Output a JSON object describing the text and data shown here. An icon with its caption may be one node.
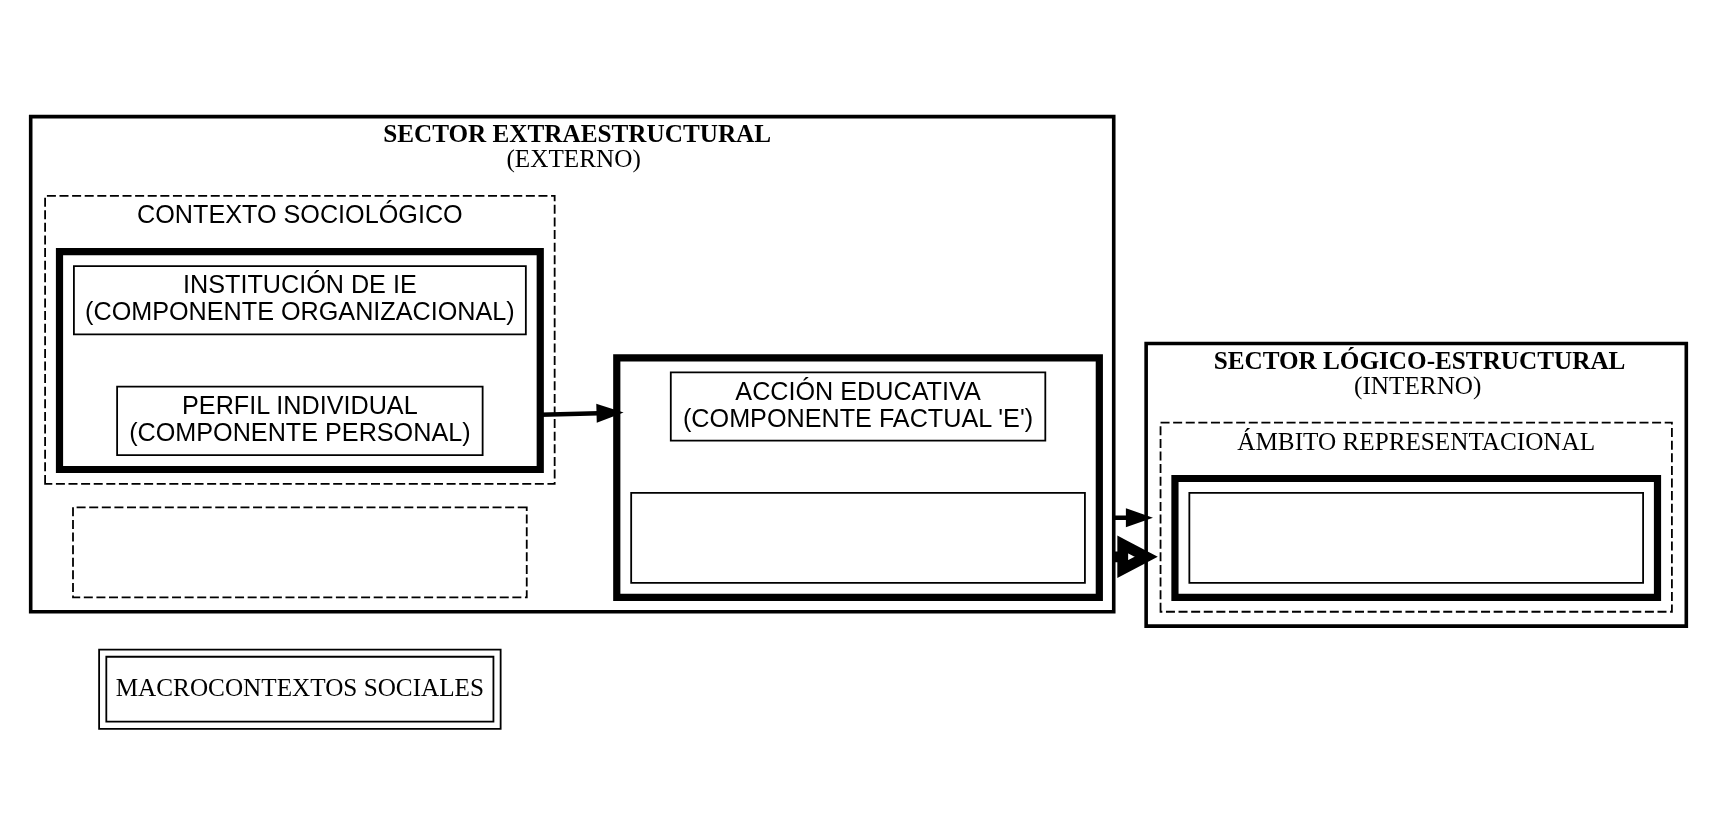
{
  "diagram": {
    "nodes": [
      {
        "text": [
          "MACROCONTEXTOS SOCIALES"
        ]
      },
      {
        "text": [
          "SECTOR EXTRAESTRUCTURAL",
          "(EXTERNO)"
        ]
      },
      {
        "text": [
          "CONTEXTO SOCIOLÓGICO"
        ],
        "in": 1
      },
      {
        "text": [],
        "shape": "box",
        "in": 2
      },
      {
        "text": [
          "INSTITUCIÓN DE IE",
          "(COMPONENTE ORGANIZACIONAL)"
        ],
        "in": 3
      },
      {
        "text": [
          "PERFIL INDIVIDUAL",
          "(COMPONENTE PERSONAL)"
        ],
        "in": 3
      },
      {
        "text": [],
        "shape": "box",
        "in": 1
      },
      {
        "text": [
          "ACCIÓN EDUCATIVA",
          "(COMPONENTE FACTUAL 'E')"
        ],
        "in": 6
      },
      {
        "text": [],
        "shape": "box",
        "in": 6
      },
      {
        "text": [],
        "shape": "box",
        "in": 1
      },
      {
        "text": [
          "SECTOR LÓGICO-ESTRUCTURAL",
          "(INTERNO)"
        ]
      },
      {
        "text": [
          "ÁMBITO REPRESENTACIONAL"
        ],
        "in": 10
      },
      {
        "text": [],
        "shape": "box",
        "in": 11
      },
      {
        "text": [],
        "shape": "box",
        "in": 12
      }
    ],
    "edges": [
      {
        "from": 3,
        "to": 6,
        "arrow": "to"
      },
      {
        "from": 1,
        "to": 10,
        "arrow": "to",
        "style": "thick"
      },
      {
        "from": 1,
        "to": 10,
        "arrow": "to"
      }
    ]
  }
}
